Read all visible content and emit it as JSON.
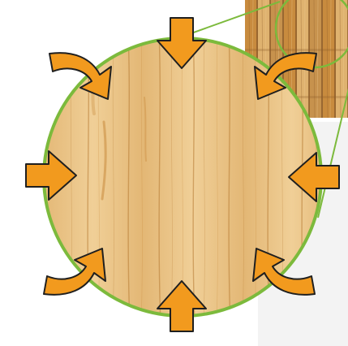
{
  "figure": {
    "subject": "wood-plank-panel",
    "magnified_detail": "vertical-wood-grain",
    "arrow_count": 8,
    "arrow_pattern": [
      "straight",
      "curved",
      "straight",
      "curved",
      "straight",
      "curved",
      "straight",
      "curved"
    ],
    "arrow_direction": "inward"
  },
  "colors": {
    "background": "#ffffff",
    "right_panel_background": "#f3f3f3",
    "circle_outline": "#7cba3c",
    "arrow_fill": "#f29a1e",
    "arrow_stroke": "#1f1f1f",
    "wood_light": "#f0cf97",
    "wood_mid": "#e3b775",
    "wood_dark": "#c88a3c",
    "wood_grain": "#b77a33",
    "wood_panel_base": "#c7924d",
    "wood_panel_dark": "#8a5a28"
  }
}
